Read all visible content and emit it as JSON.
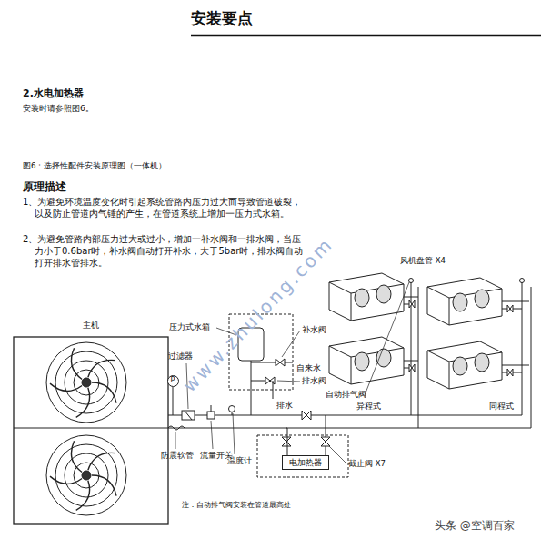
{
  "diagram": {
    "title": "安装要点",
    "caption": "图6：选择性配件安装原理图（一体机）",
    "nodes": [
      {
        "text": [
          "主机"
        ]
      },
      {
        "text": [
          "P"
        ]
      },
      {
        "text": [
          "电加热器"
        ]
      }
    ],
    "edges": [
      {
        "from": 0,
        "to": 2,
        "arrow": "none"
      }
    ],
    "labels": [
      "2.水电加热器",
      "安装时请参照图6。",
      "原理描述",
      "1、为避免环境温度变化时引起系统管路内压力过大而导致管道破裂，以及防止管道内气锤的产生，在管道系统上增加一压力式水箱。",
      "2、为避免管路内部压力过大或过小，增加一补水阀和一排水阀，当压力小于0.6bar时，补水阀自动打开补水，大于5bar时，排水阀自动打开排水管排水。",
      "压力式水箱",
      "补水阀",
      "过滤器",
      "自来水",
      "排水阀",
      "排水",
      "风机盘管 X4",
      "自动排气阀",
      "异程式",
      "同程式",
      "防震软管",
      "流量开关",
      "温度计",
      "截止阀 X7",
      "注：自动排气阀安装在管道最高处",
      "www.zhulong.com",
      "头条 @空调百家"
    ]
  }
}
